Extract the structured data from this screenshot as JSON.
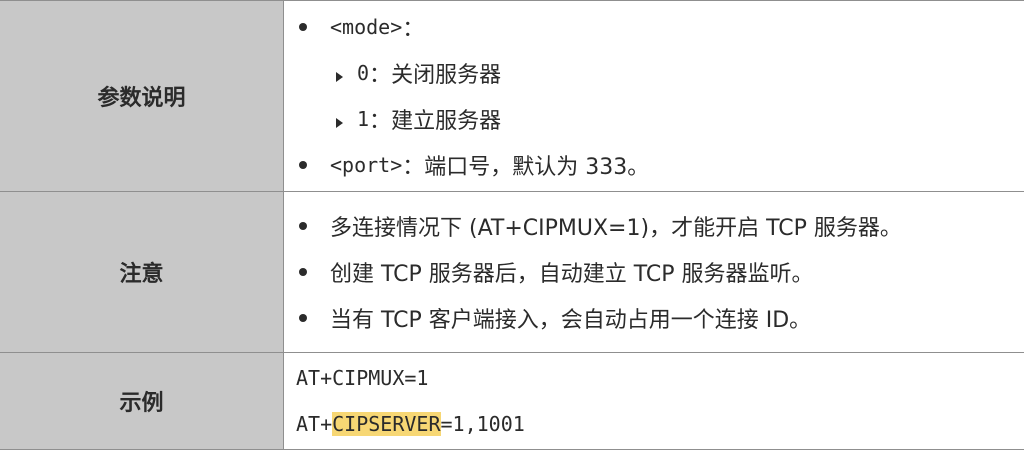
{
  "rows": {
    "params": {
      "label": "参数说明",
      "mode_name": "<mode>",
      "mode_sep": "：",
      "mode_options": [
        {
          "value": "0",
          "sep": "：",
          "text": "关闭服务器"
        },
        {
          "value": "1",
          "sep": "：",
          "text": "建立服务器"
        }
      ],
      "port_name": "<port>",
      "port_text": "：端口号，默认为 333。"
    },
    "notes": {
      "label": "注意",
      "items": [
        "多连接情况下 (AT+CIPMUX=1)，才能开启 TCP 服务器。",
        "创建 TCP 服务器后，自动建立 TCP 服务器监听。",
        "当有 TCP 客户端接入，会自动占用一个连接 ID。"
      ]
    },
    "example": {
      "label": "示例",
      "line1": "AT+CIPMUX=1",
      "line2_prefix": "AT+",
      "line2_highlight": "CIPSERVER",
      "line2_suffix": "=1,1001"
    }
  },
  "colors": {
    "label_bg": "#c8c8c8",
    "highlight": "#f7d774",
    "border": "#8f8f8f"
  }
}
